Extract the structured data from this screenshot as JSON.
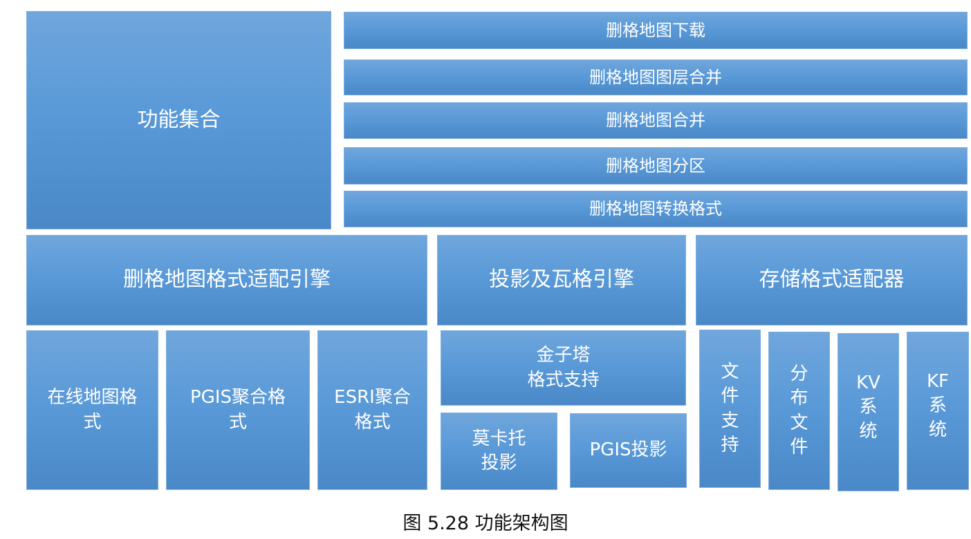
{
  "title": "功能集合",
  "functions": [
    "删格地图下载",
    "删格地图图层合并",
    "删格地图合并",
    "删格地图分区",
    "删格地图转换格式"
  ],
  "engines": {
    "raster": "删格地图格式适配引擎",
    "projection": "投影及瓦格引擎",
    "storage": "存储格式适配器"
  },
  "raster_items": [
    "在线地图格\n式",
    "PGIS聚合格\n式",
    "ESRI聚合\n格式"
  ],
  "projection_items": {
    "pyramid": "金子塔\n格式支持",
    "mercator": "莫卡托\n投影",
    "pgis": "PGIS投影"
  },
  "storage_items": [
    "文\n件\n支\n持",
    "分\n布\n文\n件",
    "KV\n系\n统",
    "KF\n系\n统"
  ],
  "caption": "图  5.28 功能架构图"
}
